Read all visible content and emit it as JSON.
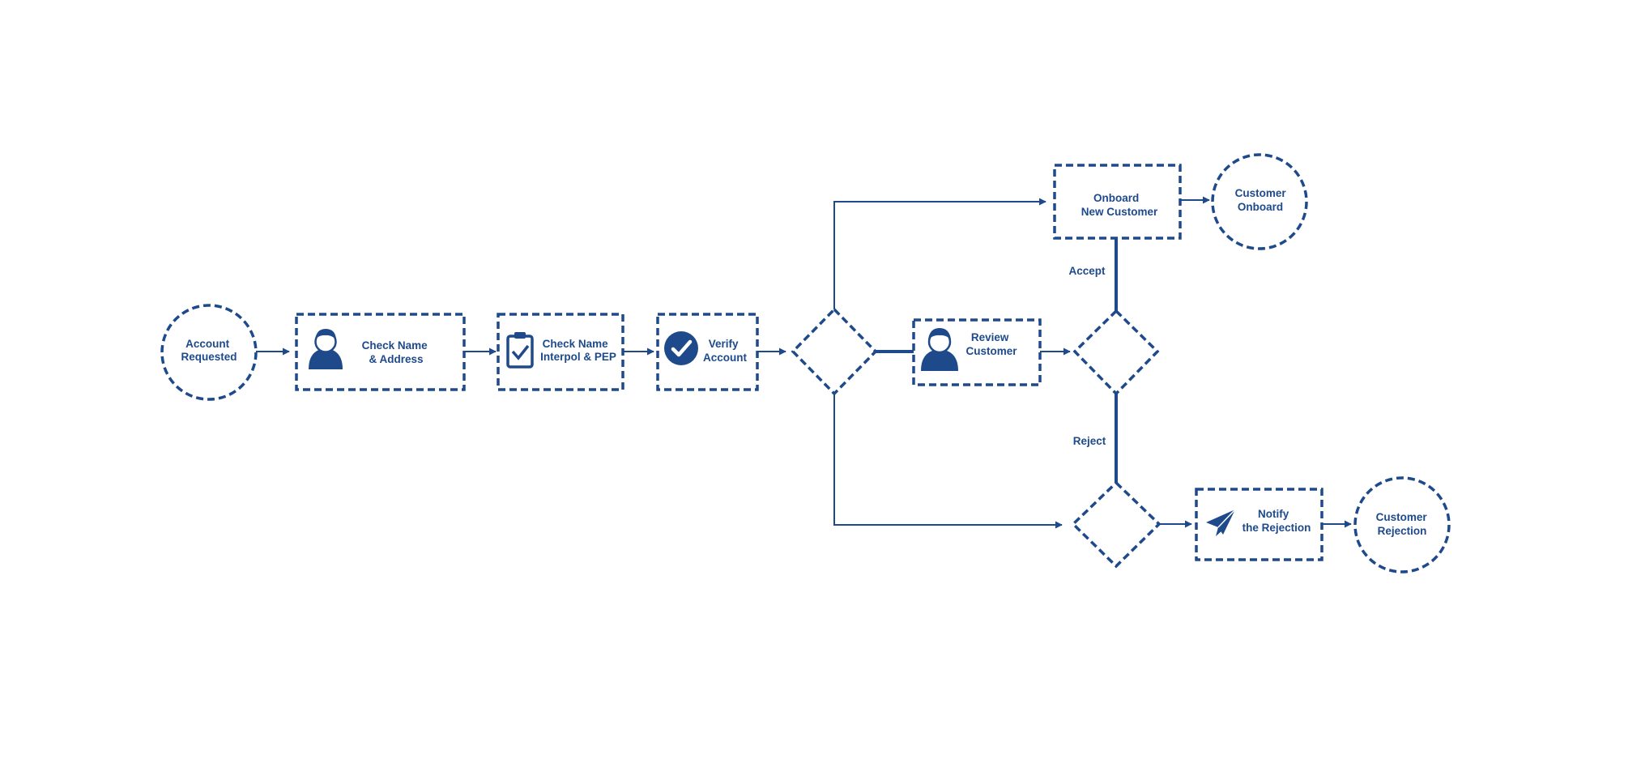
{
  "colors": {
    "primary": "#1e4a8c",
    "background": "#ffffff"
  },
  "nodes": {
    "account_requested": {
      "line1": "Account",
      "line2": "Requested"
    },
    "check_name_address": {
      "line1": "Check Name",
      "line2": "& Address",
      "icon": "user-icon"
    },
    "check_name_interpol": {
      "line1": "Check Name",
      "line2": "Interpol & PEP",
      "icon": "clipboard-check-icon"
    },
    "verify_account": {
      "line1": "Verify",
      "line2": "Account",
      "icon": "check-circle-icon"
    },
    "review_customer": {
      "line1": "Review",
      "line2": "Customer",
      "icon": "user-icon"
    },
    "onboard_new_customer": {
      "line1": "Onboard",
      "line2": "New Customer"
    },
    "customer_onboard": {
      "line1": "Customer",
      "line2": "Onboard"
    },
    "notify_rejection": {
      "line1": "Notify",
      "line2": "the Rejection",
      "icon": "paper-plane-icon"
    },
    "customer_rejection": {
      "line1": "Customer",
      "line2": "Rejection"
    }
  },
  "edge_labels": {
    "accept": "Accept",
    "reject": "Reject"
  }
}
